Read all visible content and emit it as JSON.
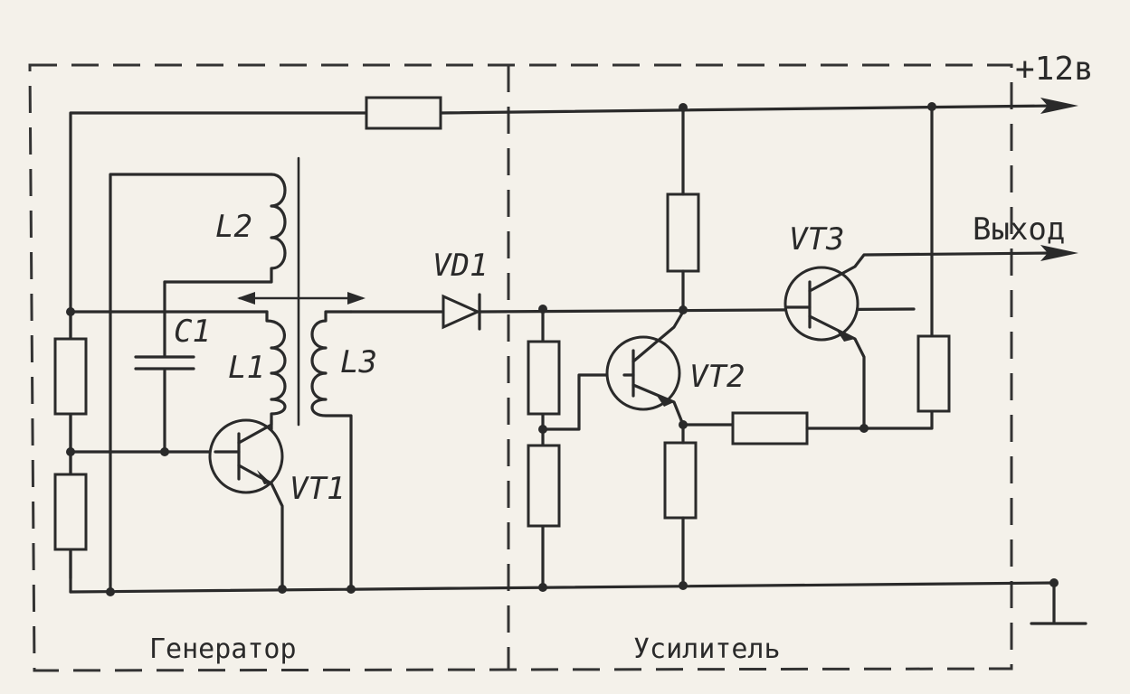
{
  "supply_label": "+12в",
  "output_label": "Выход",
  "sections": {
    "generator": "Генератор",
    "amplifier": "Усилитель"
  },
  "components": {
    "L2": "L2",
    "C1": "C1",
    "L1": "L1",
    "L3": "L3",
    "VT1": "VT1",
    "VD1": "VD1",
    "VT2": "VT2",
    "VT3": "VT3"
  }
}
